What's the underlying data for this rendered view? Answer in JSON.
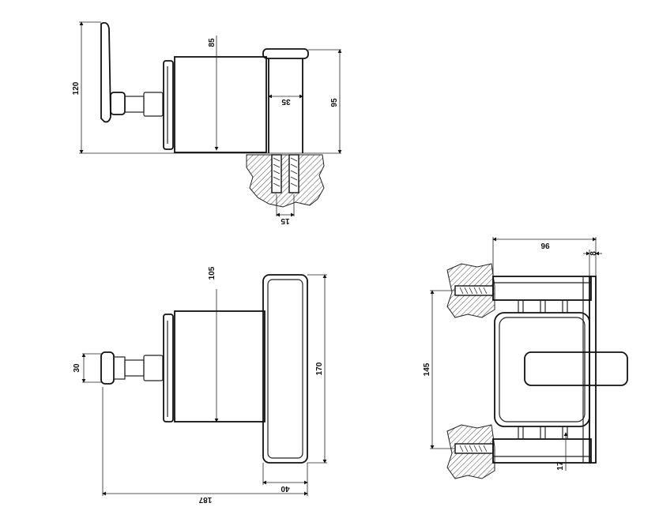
{
  "drawing": {
    "view_side": {
      "dim_height_body": "85",
      "dim_depth_flange": "35",
      "dim_total_height": "95",
      "dim_handle_height": "120",
      "dim_anchor_spacing": "15"
    },
    "view_front": {
      "dim_cover_height": "105",
      "dim_plate_height": "170",
      "dim_knob_size": "30",
      "dim_plate_depth": "40",
      "dim_total_depth": "187"
    },
    "view_top": {
      "dim_width": "96",
      "dim_plate_thickness": "8",
      "dim_anchor_distance": "145",
      "dim_offset": "17"
    }
  }
}
